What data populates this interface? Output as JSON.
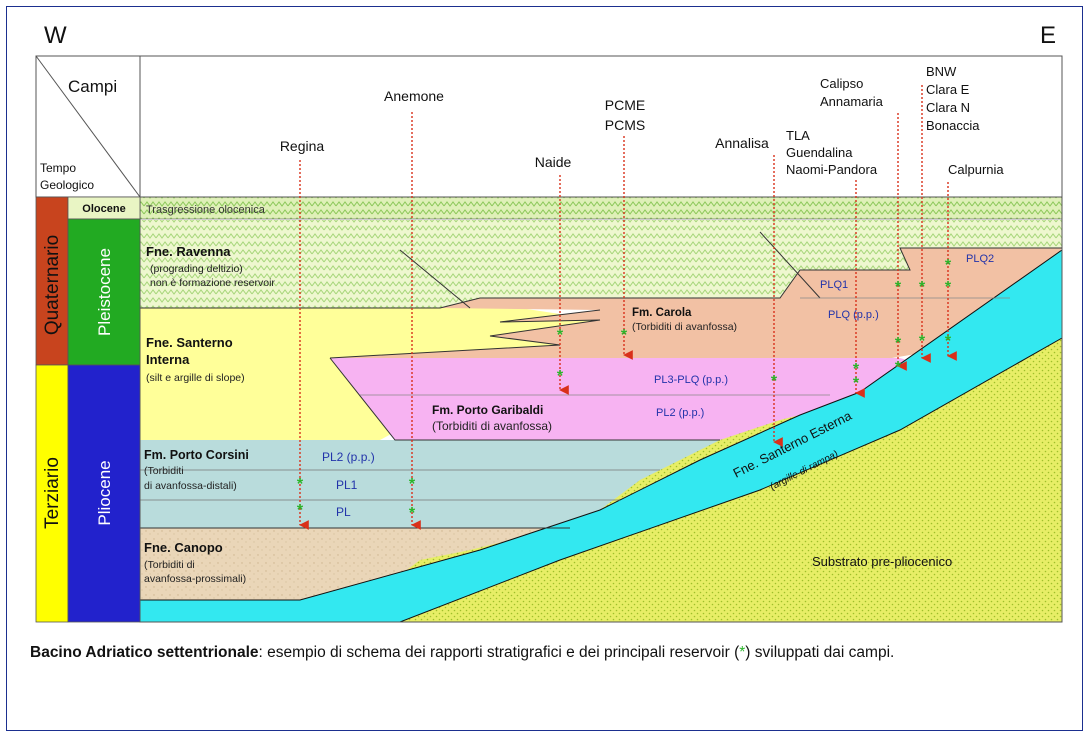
{
  "orientation": {
    "west": "W",
    "east": "E"
  },
  "header": {
    "fields_label": "Campi",
    "time_label_1": "Tempo",
    "time_label_2": "Geologico"
  },
  "fields": {
    "regina": "Regina",
    "anemone": "Anemone",
    "naide": "Naide",
    "pcme": "PCME",
    "pcms": "PCMS",
    "annalisa": "Annalisa",
    "tla": "TLA",
    "guendalina": "Guendalina",
    "naomi": "Naomi-Pandora",
    "calipso": "Calipso",
    "annamaria": "Annamaria",
    "bnw": "BNW",
    "clara_e": "Clara E",
    "clara_n": "Clara N",
    "bonaccia": "Bonaccia",
    "calpurnia": "Calpurnia"
  },
  "periods": {
    "quaternario": "Quaternario",
    "terziario": "Terziario"
  },
  "epochs": {
    "olocene": "Olocene",
    "pleistocene": "Pleistocene",
    "pliocene": "Pliocene"
  },
  "units": {
    "trasgressione": "Trasgressione olocenica",
    "ravenna_title": "Fne. Ravenna",
    "ravenna_sub1": "(prograding deltizio)",
    "ravenna_sub2": "non è formazione reservoir",
    "santerno_int_1": "Fne. Santerno",
    "santerno_int_2": "Interna",
    "santerno_int_sub": "(silt e argille di slope)",
    "carola_title": "Fm. Carola",
    "carola_sub": "(Torbiditi di avanfossa)",
    "garibaldi_title": "Fm. Porto Garibaldi",
    "garibaldi_sub": "(Torbiditi di avanfossa)",
    "corsini_title": "Fm. Porto Corsini",
    "corsini_sub1": "(Torbiditi",
    "corsini_sub2": "di avanfossa-distali)",
    "canopo_title": "Fne. Canopo",
    "canopo_sub1": "(Torbiditi di",
    "canopo_sub2": "avanfossa-prossimali)",
    "santerno_est": "Fne. Santerno Esterna",
    "santerno_est_sub": "(argille di rampa)",
    "substrato": "Substrato pre-pliocenico"
  },
  "levels": {
    "plq2": "PLQ2",
    "plq1": "PLQ1",
    "plq_pp": "PLQ (p.p.)",
    "pl3_plq": "PL3-PLQ (p.p.)",
    "pl2_pp_garibaldi": "PL2 (p.p.)",
    "pl2_pp_corsini": "PL2 (p.p.)",
    "pl1": "PL1",
    "pl": "PL"
  },
  "caption": {
    "bold": "Bacino Adriatico settentrionale",
    "text1": ": esempio di schema dei rapporti stratigrafici e dei principali reservoir (",
    "star": "*",
    "text2": ") sviluppati dai campi."
  },
  "colors": {
    "olocene_hatch": "#dff0b8",
    "ravenna": "#e9f5c4",
    "santerno_interna": "#ffff99",
    "carola": "#f2c1a4",
    "garibaldi": "#f7b3f2",
    "corsini": "#b9dcdc",
    "canopo": "#ead6b8",
    "santerno_esterna": "#33e8f0",
    "substrato": "#e7ee66",
    "quaternario": "#c8441e",
    "terziario": "#ffff00",
    "pleistocene": "#22aa22",
    "pliocene": "#2222cc",
    "well_line": "#d9301a",
    "reservoir_star": "#2bb52b"
  }
}
